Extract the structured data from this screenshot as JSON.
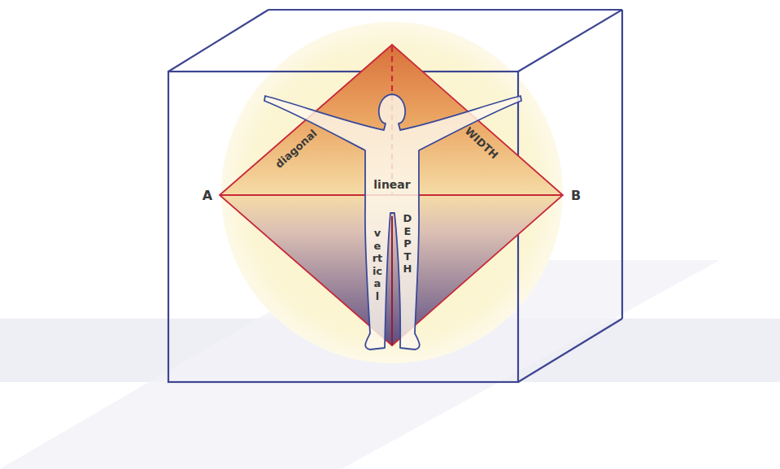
{
  "diagram": {
    "labels": [
      "diagonal",
      "WIDTH",
      "linear",
      "vertical",
      "DEPTH",
      "A",
      "B"
    ]
  }
}
